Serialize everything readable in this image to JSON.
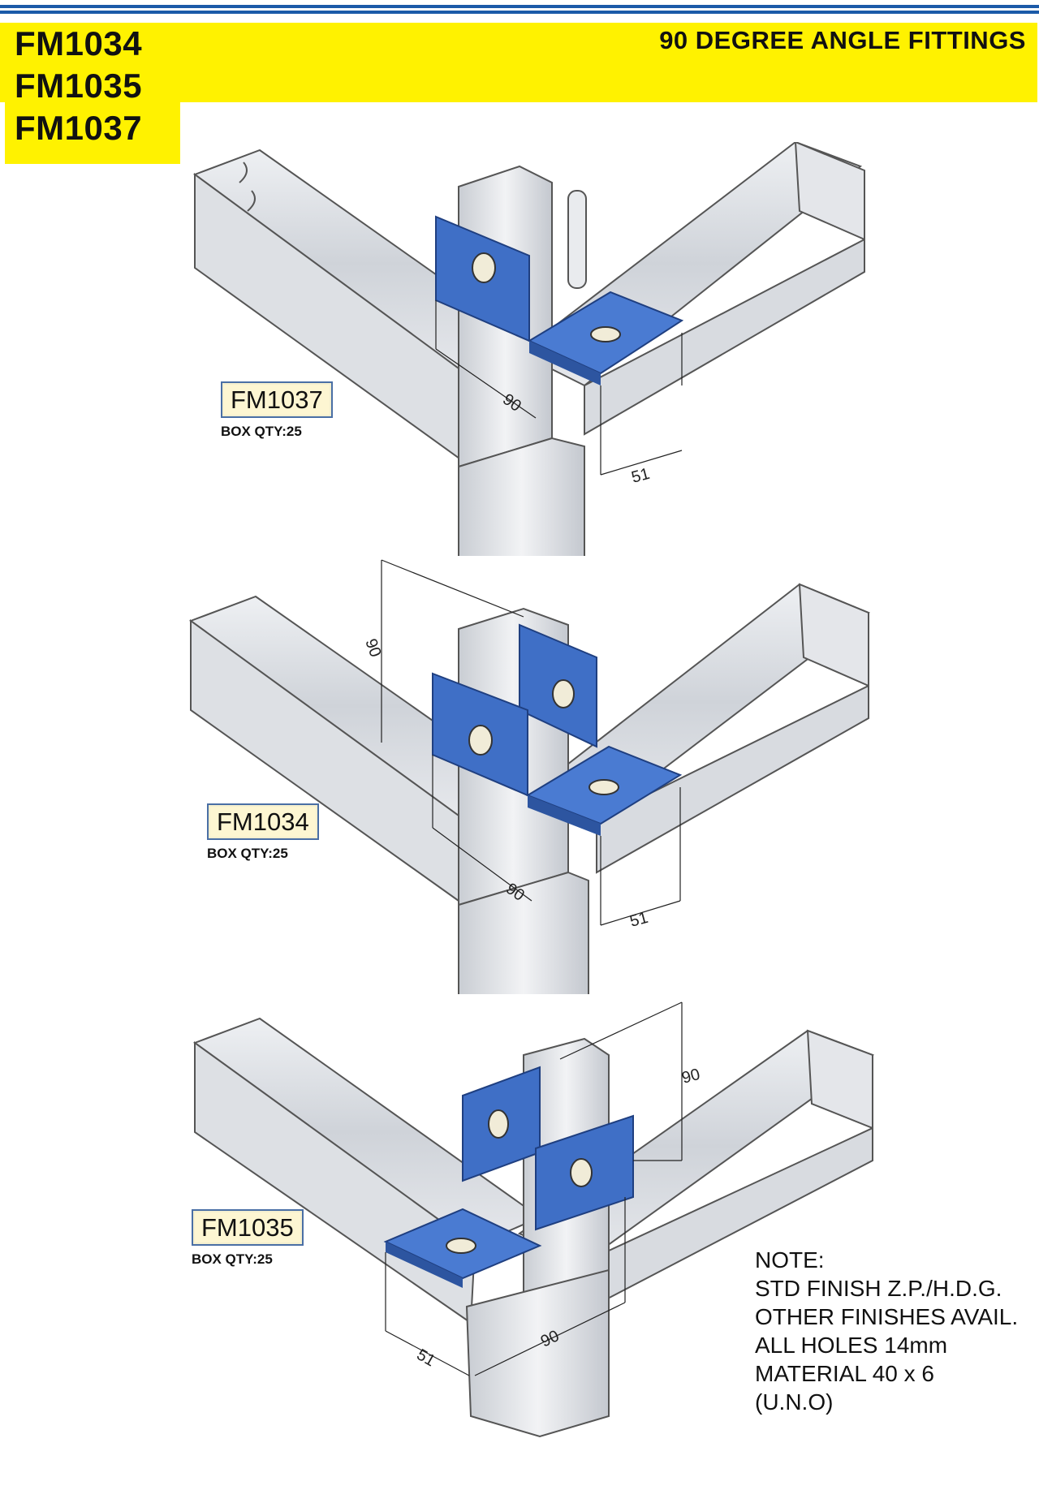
{
  "header": {
    "codes": [
      "FM1034",
      "FM1035",
      "FM1037"
    ],
    "title": "90 DEGREE ANGLE FITTINGS"
  },
  "figures": [
    {
      "code": "FM1037",
      "box_qty": "BOX QTY:25",
      "dims": [
        "90",
        "51"
      ]
    },
    {
      "code": "FM1034",
      "box_qty": "BOX QTY:25",
      "dims": [
        "90",
        "90",
        "51"
      ]
    },
    {
      "code": "FM1035",
      "box_qty": "BOX QTY:25",
      "dims": [
        "90",
        "90",
        "51"
      ]
    }
  ],
  "note": {
    "lines": [
      "NOTE:",
      "STD FINISH Z.P./H.D.G.",
      "OTHER FINISHES AVAIL.",
      "ALL HOLES 14mm",
      "MATERIAL 40 x 6",
      "(U.N.O)"
    ]
  },
  "colors": {
    "header_yellow": "#fff200",
    "rule_blue": "#1b5aa8",
    "fitting_blue": "#3f6fc6",
    "channel_grey": "#d6d9de",
    "label_fill": "#fdf6d2"
  }
}
